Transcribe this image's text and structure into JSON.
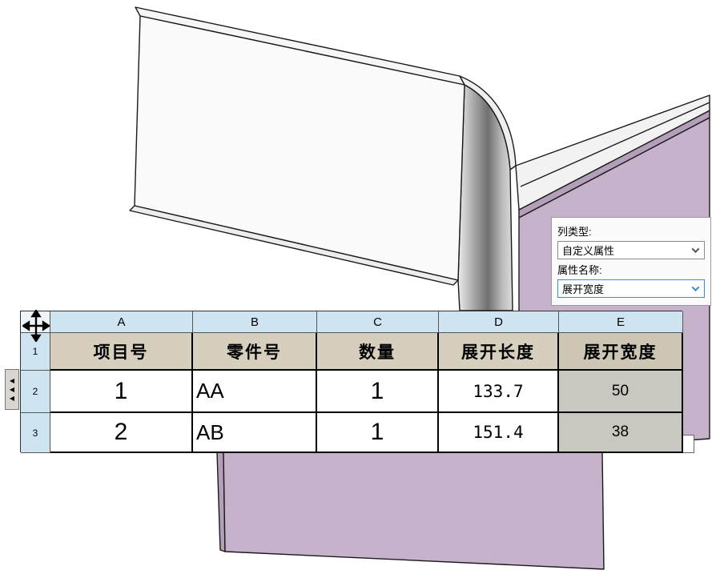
{
  "table": {
    "column_letters": [
      "A",
      "B",
      "C",
      "D",
      "E"
    ],
    "row_numbers": [
      "1",
      "2",
      "3"
    ],
    "header_row": [
      "项目号",
      "零件号",
      "数量",
      "展开长度",
      "展开宽度"
    ],
    "rows": [
      {
        "cells": [
          "1",
          "AA",
          "1",
          "133.7",
          "50"
        ]
      },
      {
        "cells": [
          "2",
          "AB",
          "1",
          "151.4",
          "38"
        ]
      }
    ]
  },
  "panel": {
    "column_type_label": "列类型:",
    "column_type_value": "自定义属性",
    "property_name_label": "属性名称:",
    "property_name_value": "展开宽度"
  },
  "icons": {
    "left_triangle": "◀"
  },
  "colors": {
    "column_header_blue": "#cfe4f1",
    "table_header_tan": "#d6cfbe",
    "selected_column_gray": "#c9c8c0",
    "panel_purple": "#c6b2cb",
    "focused_combo_blue": "#3a8fc4"
  }
}
